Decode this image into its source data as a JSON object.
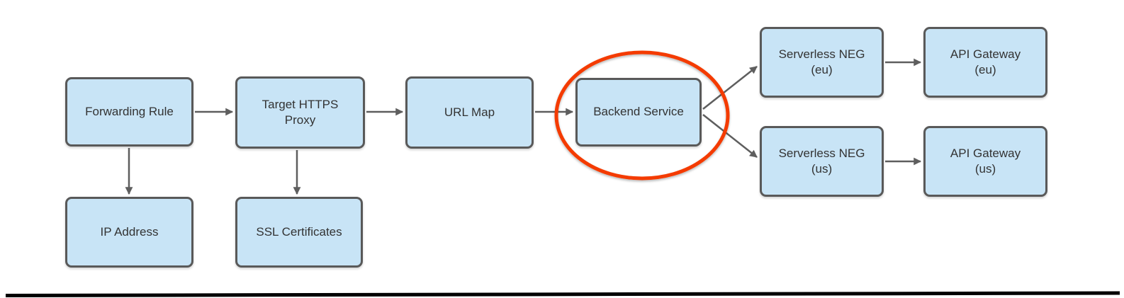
{
  "nodes": [
    {
      "id": "forwarding-rule",
      "lines": [
        "Forwarding Rule"
      ]
    },
    {
      "id": "target-https-proxy",
      "lines": [
        "Target HTTPS",
        "Proxy"
      ]
    },
    {
      "id": "url-map",
      "lines": [
        "URL Map"
      ]
    },
    {
      "id": "backend-service",
      "lines": [
        "Backend Service"
      ],
      "highlighted": true
    },
    {
      "id": "serverless-neg-eu",
      "lines": [
        "Serverless NEG",
        "(eu)"
      ]
    },
    {
      "id": "api-gateway-eu",
      "lines": [
        "API Gateway",
        "(eu)"
      ]
    },
    {
      "id": "serverless-neg-us",
      "lines": [
        "Serverless NEG",
        "(us)"
      ]
    },
    {
      "id": "api-gateway-us",
      "lines": [
        "API Gateway",
        "(us)"
      ]
    },
    {
      "id": "ip-address",
      "lines": [
        "IP Address"
      ]
    },
    {
      "id": "ssl-certificates",
      "lines": [
        "SSL Certificates"
      ]
    }
  ],
  "edges": [
    {
      "from": "forwarding-rule",
      "to": "target-https-proxy"
    },
    {
      "from": "forwarding-rule",
      "to": "ip-address"
    },
    {
      "from": "target-https-proxy",
      "to": "url-map"
    },
    {
      "from": "target-https-proxy",
      "to": "ssl-certificates"
    },
    {
      "from": "url-map",
      "to": "backend-service"
    },
    {
      "from": "backend-service",
      "to": "serverless-neg-eu"
    },
    {
      "from": "backend-service",
      "to": "serverless-neg-us"
    },
    {
      "from": "serverless-neg-eu",
      "to": "api-gateway-eu"
    },
    {
      "from": "serverless-neg-us",
      "to": "api-gateway-us"
    }
  ],
  "annotation": {
    "type": "ellipse-highlight",
    "around": "backend-service",
    "color": "#f43b02"
  },
  "colors": {
    "node_fill": "#c8e4f6",
    "node_border": "#595959",
    "arrow": "#5e5e5e",
    "text": "#333333",
    "highlight": "#f43b02",
    "footer_line": "#000000"
  }
}
